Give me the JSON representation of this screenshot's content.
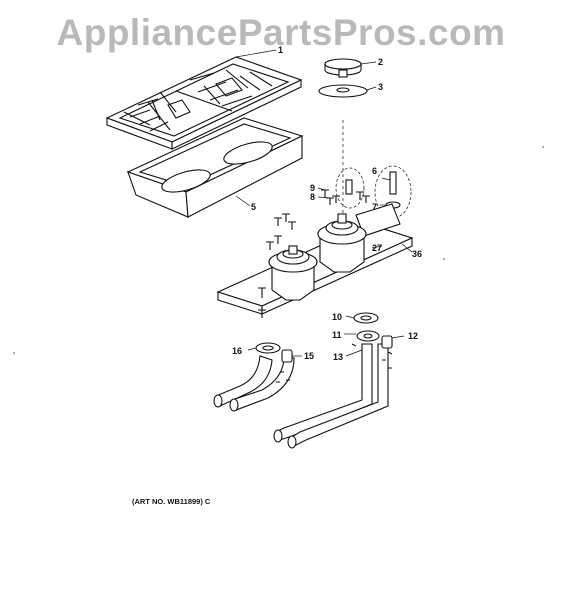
{
  "watermark": "AppliancePartsPros.com",
  "art_number": "(ART NO. WB11899) C",
  "callouts": [
    "1",
    "2",
    "3",
    "5",
    "6",
    "7",
    "8",
    "9",
    "10",
    "11",
    "12",
    "13",
    "15",
    "16",
    "27",
    "36"
  ]
}
